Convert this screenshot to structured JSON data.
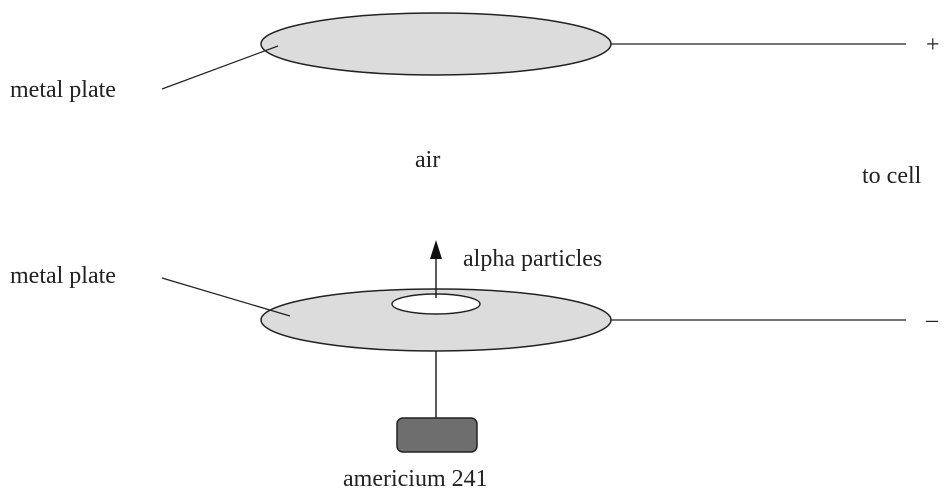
{
  "labels": {
    "top_plate": "metal plate",
    "bottom_plate": "metal plate",
    "air": "air",
    "to_cell": "to cell",
    "plus": "+",
    "minus": "–",
    "alpha": "alpha particles",
    "source": "americium 241"
  },
  "colors": {
    "plate_fill": "#dcdcdc",
    "source_fill": "#6e6e6e",
    "stroke": "#222222"
  }
}
